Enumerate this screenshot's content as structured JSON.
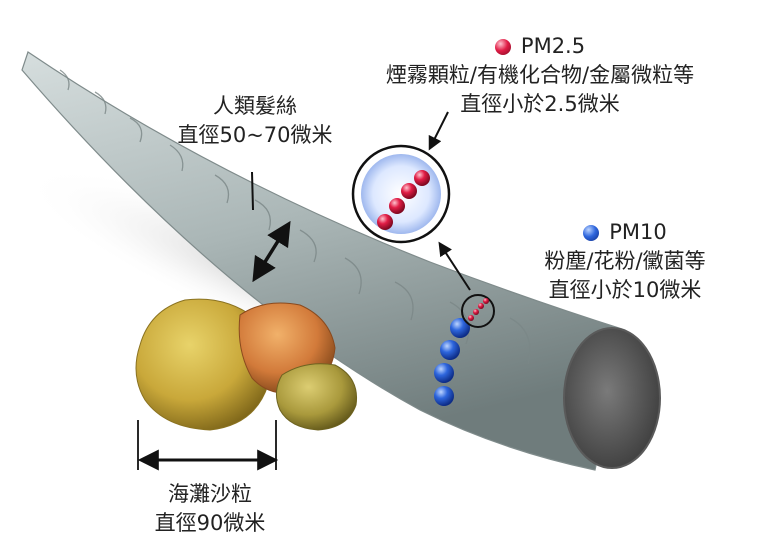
{
  "hair": {
    "name": "人類髮絲",
    "size": "直徑50~70微米"
  },
  "pm25": {
    "name": "PM2.5",
    "examples": "煙霧顆粒/有機化合物/金屬微粒等",
    "size": "直徑小於2.5微米"
  },
  "pm10": {
    "name": "PM10",
    "examples": "粉塵/花粉/黴菌等",
    "size": "直徑小於10微米"
  },
  "sand": {
    "name": "海灘沙粒",
    "size": "直徑90微米"
  },
  "colors": {
    "pm25_particle": "#d0163c",
    "pm10_particle": "#1f56c8",
    "hair": "#aab6b6",
    "sand": "#c9a83a",
    "text": "#222222"
  }
}
